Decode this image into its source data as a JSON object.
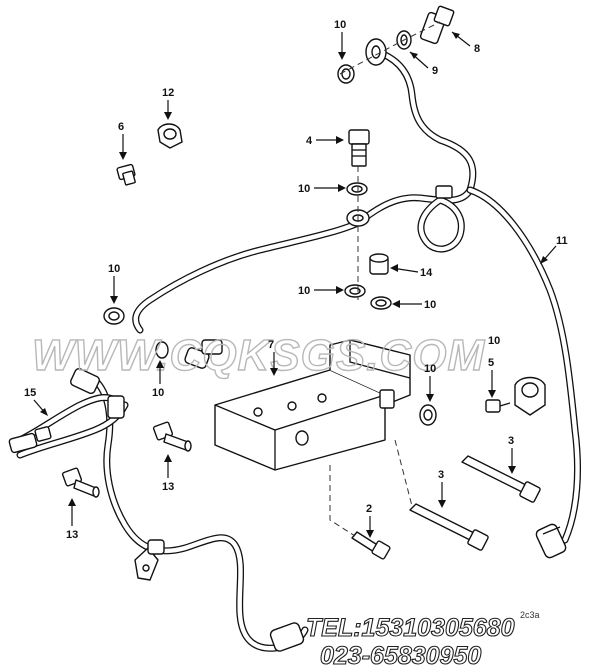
{
  "callouts": {
    "c2": "2",
    "c3a": "3",
    "c3b": "3",
    "c4": "4",
    "c5": "5",
    "c6": "6",
    "c7": "7",
    "c8": "8",
    "c9": "9",
    "c10a": "10",
    "c10b": "10",
    "c10c": "10",
    "c10d": "10",
    "c10e": "10",
    "c10f": "10",
    "c10g": "10",
    "c10h": "10",
    "c11": "11",
    "c12": "12",
    "c13a": "13",
    "c13b": "13",
    "c14": "14",
    "c15": "15"
  },
  "watermark": "WWW.CQKSGS.COM",
  "contact": {
    "tel": "TEL:15310305680",
    "phone": "023-65830950"
  },
  "code": "2c3a"
}
